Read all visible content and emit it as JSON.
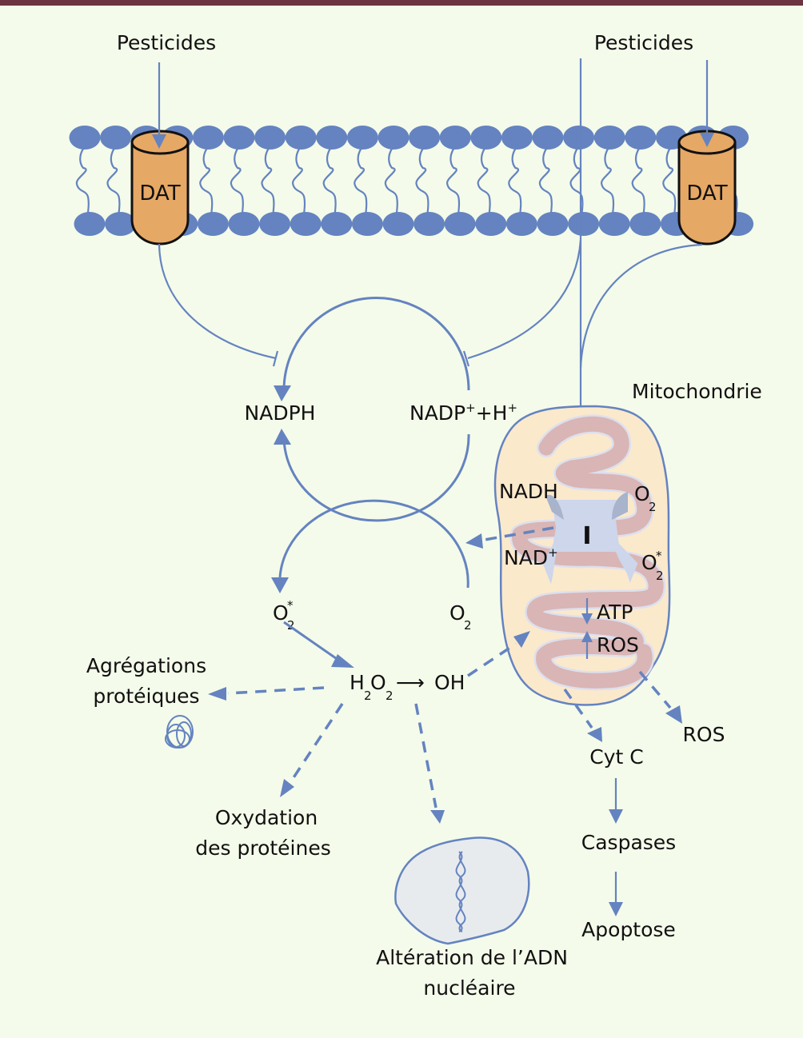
{
  "title_bar_color": "#6b3440",
  "colors": {
    "background": "#f4fbea",
    "pathway_blue": "#6483c0",
    "transporter_orange": "#e6a865",
    "mitochondria_outer": "#fbe9cc",
    "mitochondria_cristae": "#d9b5b5",
    "complex_I": "#cdd6ea",
    "nucleus": "#e8ebee"
  },
  "membrane": {
    "transporters": [
      {
        "label": "DAT",
        "position": "left"
      },
      {
        "label": "DAT",
        "position": "right"
      }
    ]
  },
  "inputs": {
    "pesticides_left": "Pesticides",
    "pesticides_right": "Pesticides"
  },
  "nadph_cycle": {
    "nadph": "NADPH",
    "nadp_base": "NADP",
    "nadp_sup": "+",
    "plus_h": "+H",
    "h_sup": "+"
  },
  "superoxide_cycle": {
    "o2_star_base": "O",
    "o2_star_sub": "2",
    "o2_star_sup": "*",
    "o2_base": "O",
    "o2_sub": "2"
  },
  "mitochondria": {
    "label": "Mitochondrie",
    "complex": "I",
    "nadh": "NADH",
    "nad_base": "NAD",
    "nad_sup": "+",
    "o2_base": "O",
    "o2_sub": "2",
    "o2_star_base": "O",
    "o2_star_sub": "2",
    "o2_star_sup": "*",
    "atp": "ATP",
    "ros": "ROS"
  },
  "ros_chain": {
    "h2o2_h": "H",
    "h2o2_sub1": "2",
    "h2o2_o": "O",
    "h2o2_sub2": "2",
    "arrow": "⟶",
    "oh": "OH"
  },
  "outcomes": {
    "aggregation_line1": "Agrégations",
    "aggregation_line2": "protéiques",
    "oxidation_line1": "Oxydation",
    "oxidation_line2": "des protéines",
    "dna_line1": "Altération de l’ADN",
    "dna_line2": "nucléaire",
    "ros_out": "ROS",
    "cytc": "Cyt C",
    "caspases": "Caspases",
    "apoptose": "Apoptose"
  }
}
